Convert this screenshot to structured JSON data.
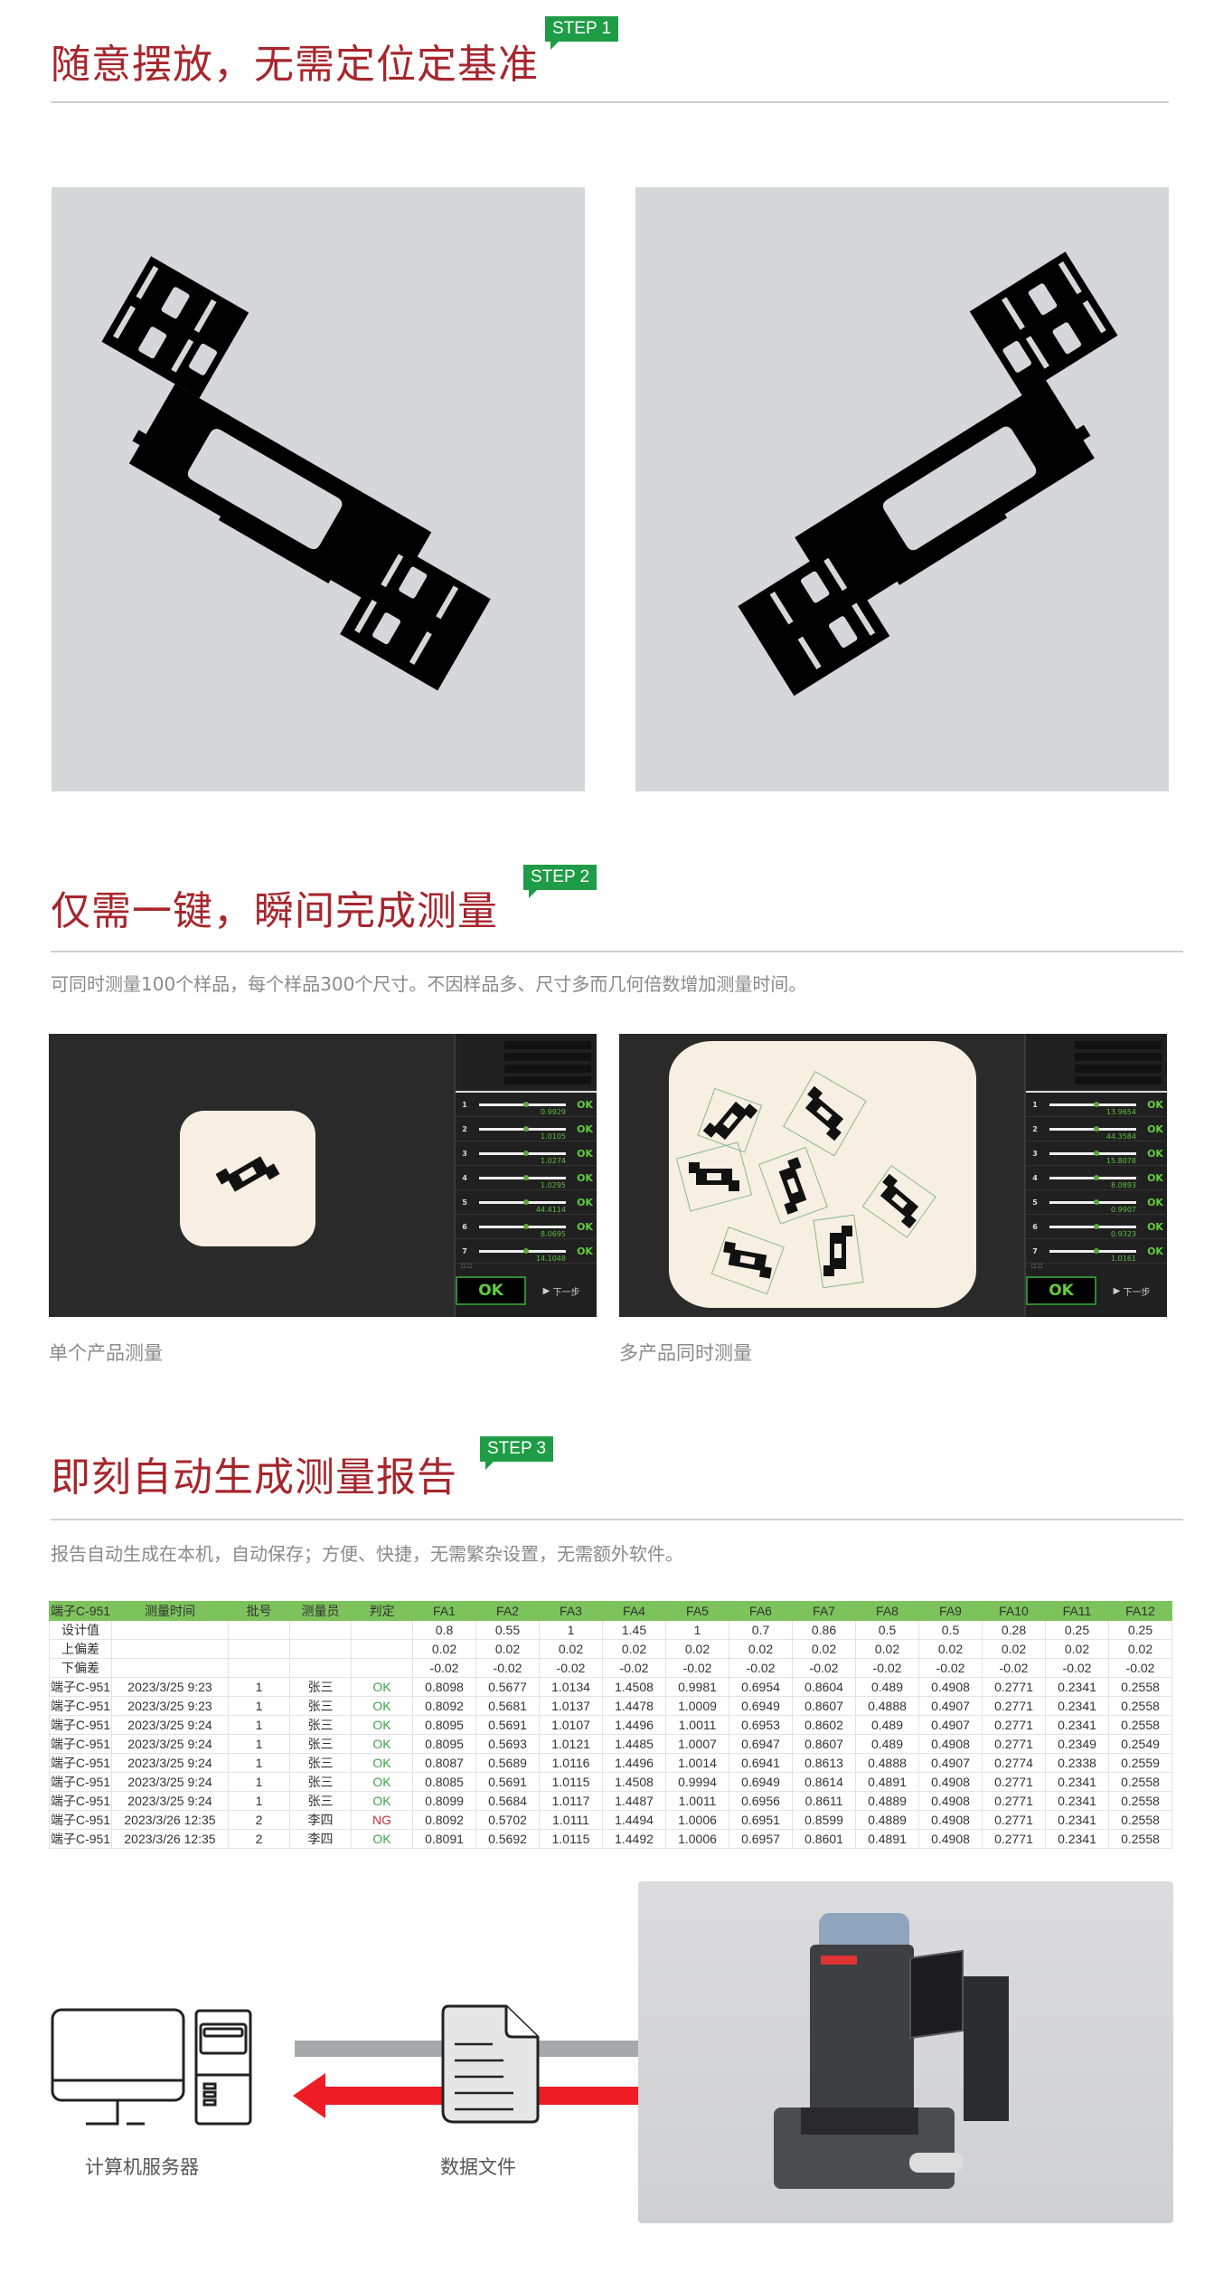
{
  "step1": {
    "badge": "STEP 1",
    "title": "随意摆放，无需定位定基准"
  },
  "step2": {
    "badge": "STEP 2",
    "title": "仅需一键，瞬间完成测量",
    "subtitle": "可同时测量100个样品，每个样品300个尺寸。不因样品多、尺寸多而几何倍数增加测量时间。",
    "caption_single": "单个产品测量",
    "caption_multi": "多产品同时测量",
    "single_panel": {
      "values": [
        "0.9929",
        "1.0105",
        "1.0274",
        "1.0295",
        "44.4114",
        "8.0695",
        "14.1048"
      ],
      "status": "OK",
      "big_status": "OK",
      "next": "下一步"
    },
    "multi_panel": {
      "values": [
        "13.9654",
        "44.3584",
        "15.8078",
        "8.0893",
        "0.9907",
        "0.9323",
        "1.0161"
      ],
      "status": "OK",
      "big_status": "OK",
      "next": "下一步"
    }
  },
  "step3": {
    "badge": "STEP 3",
    "title": "即刻自动生成测量报告",
    "subtitle": "报告自动生成在本机，自动保存；方便、快捷，无需繁杂设置，无需额外软件。"
  },
  "table": {
    "headers": [
      "端子C-951",
      "测量时间",
      "批号",
      "测量员",
      "判定",
      "FA1",
      "FA2",
      "FA3",
      "FA4",
      "FA5",
      "FA6",
      "FA7",
      "FA8",
      "FA9",
      "FA10",
      "FA11",
      "FA12"
    ],
    "spec_rows": [
      [
        "设计值",
        "",
        "",
        "",
        "",
        "0.8",
        "0.55",
        "1",
        "1.45",
        "1",
        "0.7",
        "0.86",
        "0.5",
        "0.5",
        "0.28",
        "0.25",
        "0.25"
      ],
      [
        "上偏差",
        "",
        "",
        "",
        "",
        "0.02",
        "0.02",
        "0.02",
        "0.02",
        "0.02",
        "0.02",
        "0.02",
        "0.02",
        "0.02",
        "0.02",
        "0.02",
        "0.02"
      ],
      [
        "下偏差",
        "",
        "",
        "",
        "",
        "-0.02",
        "-0.02",
        "-0.02",
        "-0.02",
        "-0.02",
        "-0.02",
        "-0.02",
        "-0.02",
        "-0.02",
        "-0.02",
        "-0.02",
        "-0.02"
      ]
    ],
    "rows": [
      [
        "端子C-951",
        "2023/3/25 9:23",
        "1",
        "张三",
        "OK",
        "0.8098",
        "0.5677",
        "1.0134",
        "1.4508",
        "0.9981",
        "0.6954",
        "0.8604",
        "0.489",
        "0.4908",
        "0.2771",
        "0.2341",
        "0.2558"
      ],
      [
        "端子C-951",
        "2023/3/25 9:23",
        "1",
        "张三",
        "OK",
        "0.8092",
        "0.5681",
        "1.0137",
        "1.4478",
        "1.0009",
        "0.6949",
        "0.8607",
        "0.4888",
        "0.4907",
        "0.2771",
        "0.2341",
        "0.2558"
      ],
      [
        "端子C-951",
        "2023/3/25 9:24",
        "1",
        "张三",
        "OK",
        "0.8095",
        "0.5691",
        "1.0107",
        "1.4496",
        "1.0011",
        "0.6953",
        "0.8602",
        "0.489",
        "0.4907",
        "0.2771",
        "0.2341",
        "0.2558"
      ],
      [
        "端子C-951",
        "2023/3/25 9:24",
        "1",
        "张三",
        "OK",
        "0.8095",
        "0.5693",
        "1.0121",
        "1.4485",
        "1.0007",
        "0.6947",
        "0.8607",
        "0.489",
        "0.4908",
        "0.2771",
        "0.2349",
        "0.2549"
      ],
      [
        "端子C-951",
        "2023/3/25 9:24",
        "1",
        "张三",
        "OK",
        "0.8087",
        "0.5689",
        "1.0116",
        "1.4496",
        "1.0014",
        "0.6941",
        "0.8613",
        "0.4888",
        "0.4907",
        "0.2774",
        "0.2338",
        "0.2559"
      ],
      [
        "端子C-951",
        "2023/3/25 9:24",
        "1",
        "张三",
        "OK",
        "0.8085",
        "0.5691",
        "1.0115",
        "1.4508",
        "0.9994",
        "0.6949",
        "0.8614",
        "0.4891",
        "0.4908",
        "0.2771",
        "0.2341",
        "0.2558"
      ],
      [
        "端子C-951",
        "2023/3/25 9:24",
        "1",
        "张三",
        "OK",
        "0.8099",
        "0.5684",
        "1.0117",
        "1.4487",
        "1.0011",
        "0.6956",
        "0.8611",
        "0.4889",
        "0.4908",
        "0.2771",
        "0.2341",
        "0.2558"
      ],
      [
        "端子C-951",
        "2023/3/26 12:35",
        "2",
        "李四",
        "NG",
        "0.8092",
        "0.5702",
        "1.0111",
        "1.4494",
        "1.0006",
        "0.6951",
        "0.8599",
        "0.4889",
        "0.4908",
        "0.2771",
        "0.2341",
        "0.2558"
      ],
      [
        "端子C-951",
        "2023/3/26 12:35",
        "2",
        "李四",
        "OK",
        "0.8091",
        "0.5692",
        "1.0115",
        "1.4492",
        "1.0006",
        "0.6957",
        "0.8601",
        "0.4891",
        "0.4908",
        "0.2771",
        "0.2341",
        "0.2558"
      ]
    ]
  },
  "diagram": {
    "computer_label": "计算机服务器",
    "file_label": "数据文件",
    "icons": [
      "computer-icon",
      "document-icon",
      "arrow-right-icon",
      "arrow-left-icon"
    ]
  },
  "colors": {
    "title": "#a6262c",
    "badge": "#1e9c46",
    "table_header": "#7cc35c",
    "ok": "#3aa54a",
    "ng": "#c8323c",
    "arrow_out": "#a7a8aa",
    "arrow_in": "#ee1c25"
  }
}
